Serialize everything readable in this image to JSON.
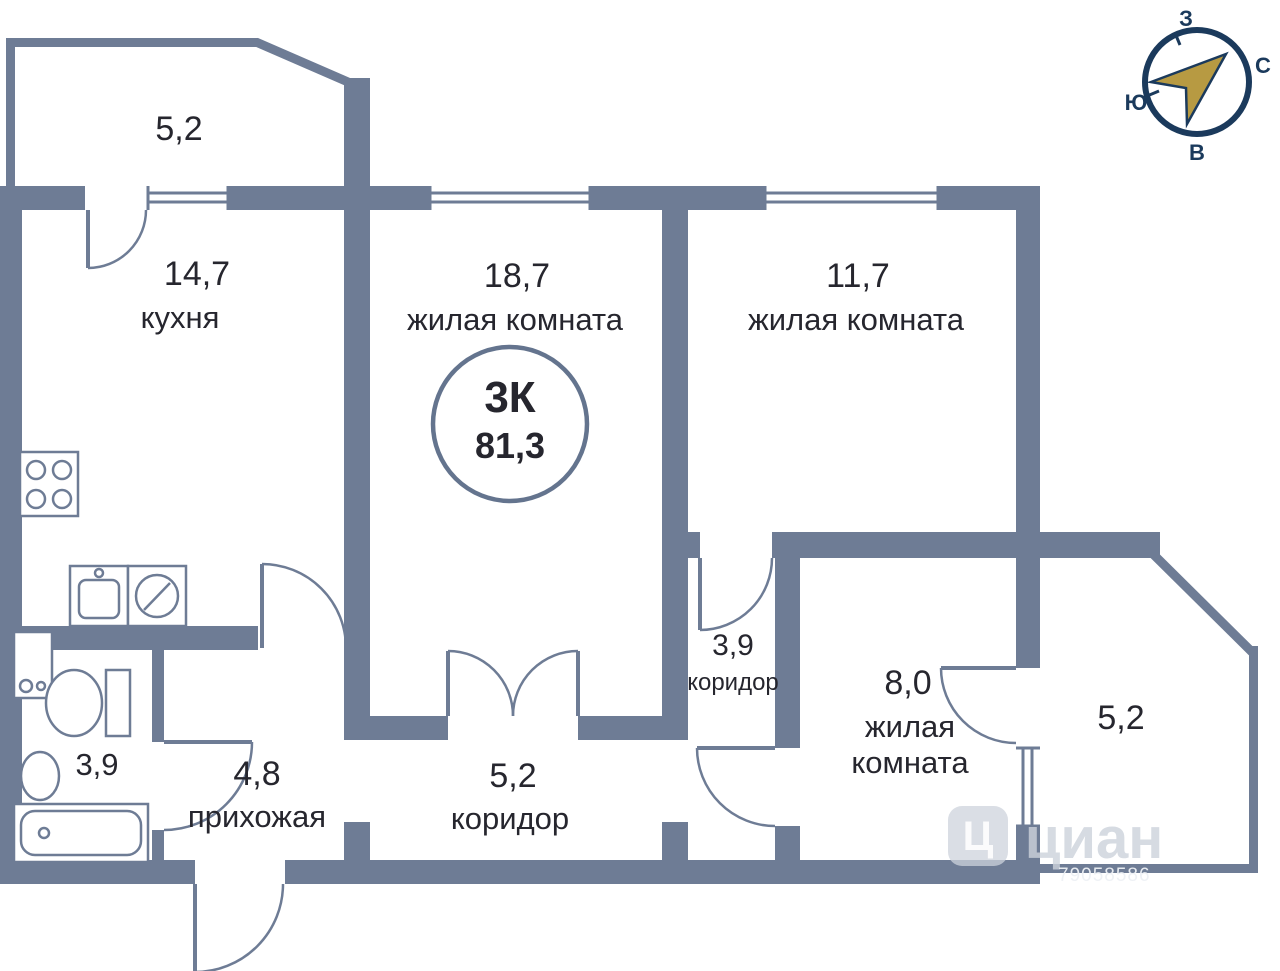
{
  "colors": {
    "wall": "#6e7c95",
    "text": "#26262e",
    "compass_navy": "#1b3a5c",
    "compass_gold": "#b79a42"
  },
  "rooms": {
    "balcony_top": {
      "area": "5,2"
    },
    "kitchen": {
      "area": "14,7",
      "name": "кухня"
    },
    "room18": {
      "area": "18,7",
      "name": "жилая комната"
    },
    "room11": {
      "area": "11,7",
      "name": "жилая комната"
    },
    "corridor39": {
      "area": "3,9",
      "name": "коридор"
    },
    "room8": {
      "area": "8,0",
      "name_line1": "жилая",
      "name_line2": "комната"
    },
    "balcony_right": {
      "area": "5,2"
    },
    "bathroom": {
      "area": "3,9"
    },
    "hallway": {
      "area": "4,8",
      "name": "прихожая"
    },
    "corridor52": {
      "area": "5,2",
      "name": "коридор"
    }
  },
  "summary": {
    "type": "3К",
    "total_area": "81,3"
  },
  "compass": {
    "west": "З",
    "north": "С",
    "south": "Ю",
    "east": "В"
  },
  "watermark": {
    "brand": "циан",
    "initial": "Ц",
    "number": "79058586"
  }
}
